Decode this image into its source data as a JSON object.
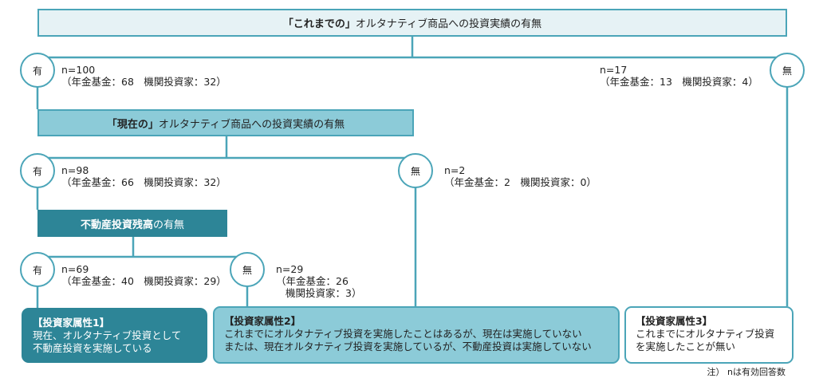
{
  "level1": {
    "prefix": "「これまでの」",
    "suffix": "オルタナティブ商品への投資実績の有無"
  },
  "level2": {
    "prefix": "「現在の」",
    "suffix": "オルタナティブ商品への投資実績の有無"
  },
  "level3": {
    "prefix": "不動産投資残高",
    "suffix": "の有無"
  },
  "labels": {
    "yes": "有",
    "no": "無"
  },
  "counts": {
    "l1_yes": {
      "n": "n=100",
      "detail": "（年金基金：68　機関投資家：32）"
    },
    "l1_no": {
      "n": "n=17",
      "detail": "（年金基金：13　機関投資家：4）"
    },
    "l2_yes": {
      "n": "n=98",
      "detail": "（年金基金：66　機関投資家：32）"
    },
    "l2_no": {
      "n": "n=2",
      "detail": "（年金基金：2　機関投資家：0）"
    },
    "l3_yes": {
      "n": "n=69",
      "detail": "（年金基金：40　機関投資家：29）"
    },
    "l3_no": {
      "n": "n=29",
      "detail": "（年金基金：26",
      "detail2": "機関投資家：3）"
    }
  },
  "results": [
    {
      "title": "【投資家属性1】",
      "line1": "現在、オルタナティブ投資として",
      "line2": "不動産投資を実施している"
    },
    {
      "title": "【投資家属性2】",
      "line1": "これまでにオルタナティブ投資を実施したことはあるが、現在は実施していない",
      "line2": "または、現在オルタナティブ投資を実施しているが、不動産投資は実施していない"
    },
    {
      "title": "【投資家属性3】",
      "line1": "これまでにオルタナティブ投資",
      "line2": "を実施したことが無い"
    }
  ],
  "note": "注）  nは有効回答数"
}
